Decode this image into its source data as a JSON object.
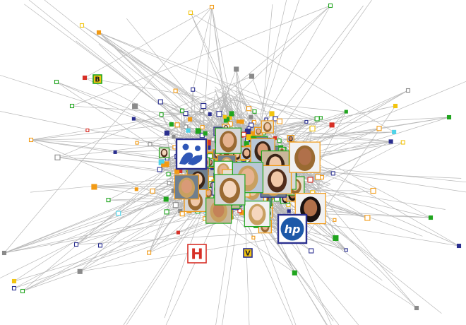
{
  "graph": {
    "background": "#ffffff",
    "edge_color": "#b8b8b8",
    "palette": {
      "green": "#21a51f",
      "orange": "#f29a14",
      "navy": "#2a2f8f",
      "red": "#d73027",
      "cyan": "#4fd3e8",
      "yellow": "#f2c40f",
      "gray": "#8a8a8a"
    },
    "hubs": {
      "hp": {
        "label": "hp",
        "fill": "#1d59a8",
        "text_color": "#ffffff",
        "frame": "#2a2f8f"
      },
      "community": {
        "icon": "community-people-icon",
        "fill": "#2f57b7",
        "frame": "#2a2f8f"
      },
      "small_logos": [
        {
          "label": "H",
          "frame": "#d73027",
          "fill": "#d73027"
        },
        {
          "label": "B",
          "frame": "#21a51f",
          "fill": "#f2c40f"
        },
        {
          "label": "V",
          "frame": "#2a2f8f",
          "fill": "#f2c40f"
        }
      ]
    }
  }
}
